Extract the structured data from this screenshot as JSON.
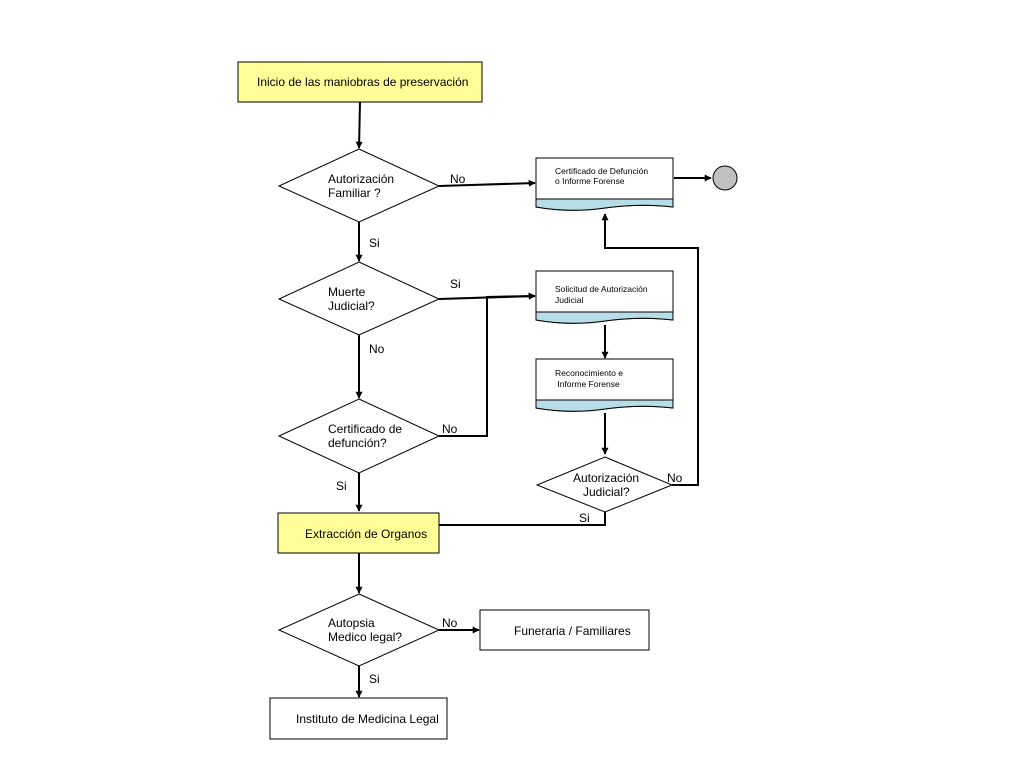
{
  "nodes": {
    "start": "Inicio de las maniobras de preservación",
    "q_familiar": [
      "Autorización",
      "Familiar ?"
    ],
    "q_judicial": [
      "Muerte",
      "Judicial?"
    ],
    "q_certificado": [
      "Certificado de",
      "defunción?"
    ],
    "extraccion": "Extracción de Organos",
    "q_autopsia": [
      "Autopsia",
      "Medico legal?"
    ],
    "instituto": "Instituto de Medicina Legal",
    "funeraria": "Funeraria / Familiares",
    "doc_certificado": [
      "Certificado de Defunción",
      "o Informe Forense"
    ],
    "doc_solicitud": [
      "Solicitud de Autorización",
      "Judicial"
    ],
    "doc_reconocimiento": [
      "Reconocimiento e",
      " Informe Forense"
    ],
    "q_autorizacion_judicial": [
      "Autorización",
      "Judicial?"
    ]
  },
  "edge_labels": {
    "familiar_no": "No",
    "familiar_si": "Si",
    "judicial_si": "Si",
    "judicial_no": "No",
    "certificado_no": "No",
    "certificado_si": "Si",
    "autjud_no": "No",
    "autjud_si": "Si",
    "autopsia_no": "No",
    "autopsia_si": "Si"
  },
  "colors": {
    "process_fill": "#ffff99",
    "document_band": "#b7dde8",
    "terminal_fill": "#c0c0c0"
  }
}
